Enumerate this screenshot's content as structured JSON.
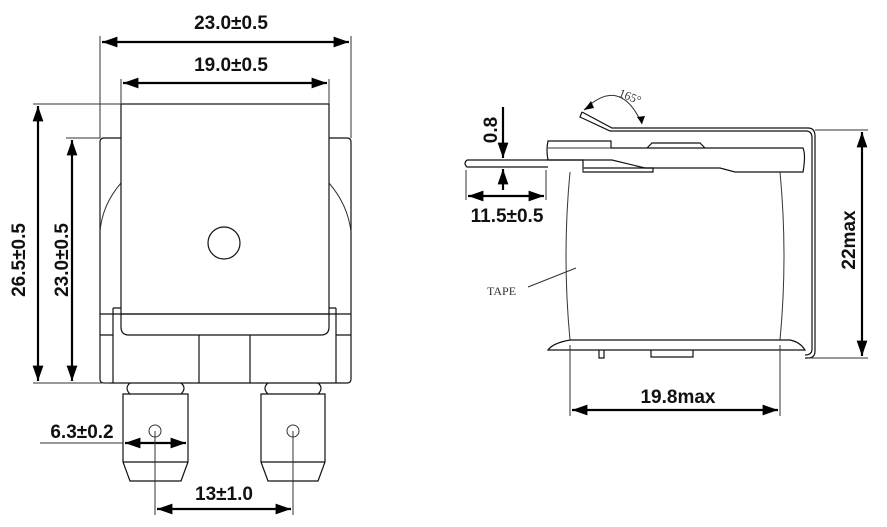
{
  "front_view": {
    "overall_width": "23.0±0.5",
    "cover_width": "19.0±0.5",
    "overall_height": "26.5±0.5",
    "body_height": "23.0±0.5",
    "terminal_width": "6.3±0.2",
    "terminal_pitch": "13±1.0"
  },
  "side_view": {
    "tab_thickness": "0.8",
    "tab_length": "11.5±0.5",
    "bend_angle": "165°",
    "tape_label": "TAPE",
    "max_height": "22max",
    "max_depth": "19.8max"
  }
}
